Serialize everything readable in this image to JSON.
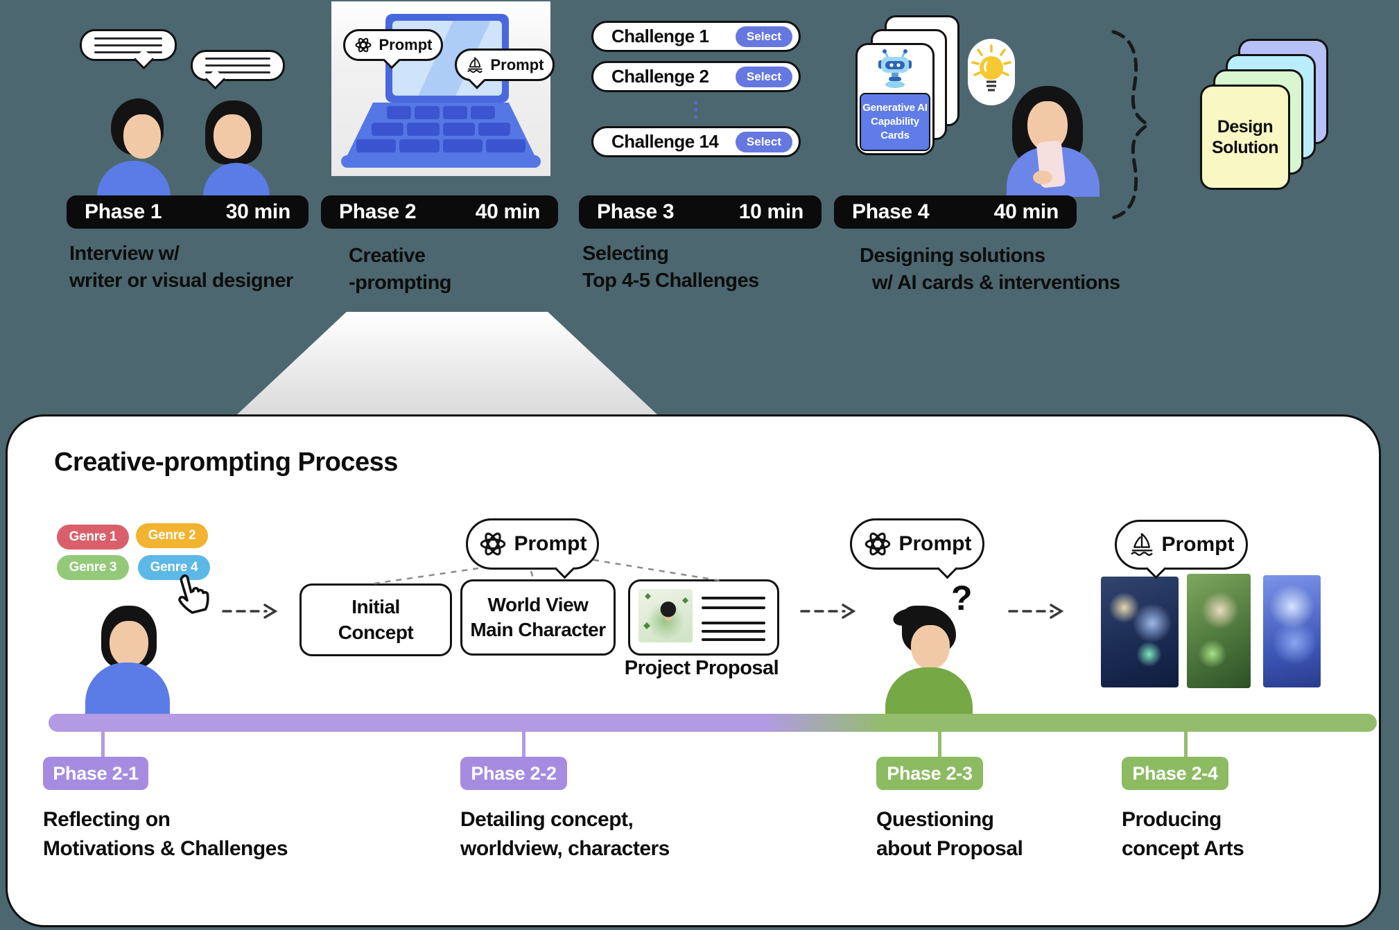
{
  "background_color": "#4c6770",
  "title": "Creative-prompting  Process",
  "prompt_label": "Prompt",
  "phases": [
    {
      "label": "Phase 1",
      "duration": "30 min",
      "caption1": "Interview w/",
      "caption2": "writer or visual designer"
    },
    {
      "label": "Phase 2",
      "duration": "40 min",
      "caption1": "Creative",
      "caption2": "-prompting"
    },
    {
      "label": "Phase 3",
      "duration": "10 min",
      "caption1": "Selecting",
      "caption2": "Top 4-5 Challenges"
    },
    {
      "label": "Phase 4",
      "duration": "40 min",
      "caption1": "Designing solutions",
      "caption2": "w/ AI cards & interventions"
    }
  ],
  "challenges": [
    {
      "name": "Challenge 1",
      "action": "Select"
    },
    {
      "name": "Challenge 2",
      "action": "Select"
    },
    {
      "name": "Challenge 14",
      "action": "Select"
    }
  ],
  "ai_cards": {
    "line1": "Generative AI",
    "line2": "Capability",
    "line3": "Cards"
  },
  "design_solution": {
    "line1": "Design",
    "line2": "Solution"
  },
  "genres": [
    {
      "label": "Genre 1",
      "color": "#d9606b"
    },
    {
      "label": "Genre 2",
      "color": "#f2b331"
    },
    {
      "label": "Genre 3",
      "color": "#93c979"
    },
    {
      "label": "Genre 4",
      "color": "#5cb8e6"
    }
  ],
  "boxes": {
    "initial": {
      "line1": "Initial",
      "line2": "Concept"
    },
    "world": {
      "line1": "World View",
      "line2": "Main Character"
    }
  },
  "proposal_caption": "Project Proposal",
  "question_mark": "?",
  "subphases": [
    {
      "label": "Phase 2-1",
      "caption1": "Reflecting on",
      "caption2": "Motivations & Challenges",
      "color": "#a58ce0"
    },
    {
      "label": "Phase 2-2",
      "caption1": "Detailing concept,",
      "caption2": "worldview, characters",
      "color": "#a58ce0"
    },
    {
      "label": "Phase 2-3",
      "caption1": "Questioning",
      "caption2": "about Proposal",
      "color": "#8cbb62"
    },
    {
      "label": "Phase 2-4",
      "caption1": "Producing",
      "caption2": "concept Arts",
      "color": "#8cbb62"
    }
  ],
  "colors": {
    "select_button": "#6678e0",
    "black_pill": "#0b0b0b",
    "card_label_blue": "#5f7ce8",
    "timeline_purple": "#b29be2",
    "timeline_green": "#93bd6c",
    "subphase_purple": "#a58ce0",
    "subphase_green": "#8cbb62",
    "design_cards": [
      "#b6c1f7",
      "#b9edfc",
      "#d9f6d0",
      "#f9f7c4"
    ],
    "shirt_blue": "#5b7ce6",
    "shirt_green": "#76a845",
    "skin": "#f2c9a7"
  },
  "icons": {
    "chatgpt": "openai-logo-icon",
    "midjourney": "sailboat-logo-icon",
    "robot": "robot-icon",
    "lightbulb": "lightbulb-icon",
    "hand_cursor": "hand-cursor-icon",
    "speech": "speech-bubble-icon",
    "brace": "dashed-brace-icon",
    "arrow": "dashed-arrow-icon"
  }
}
